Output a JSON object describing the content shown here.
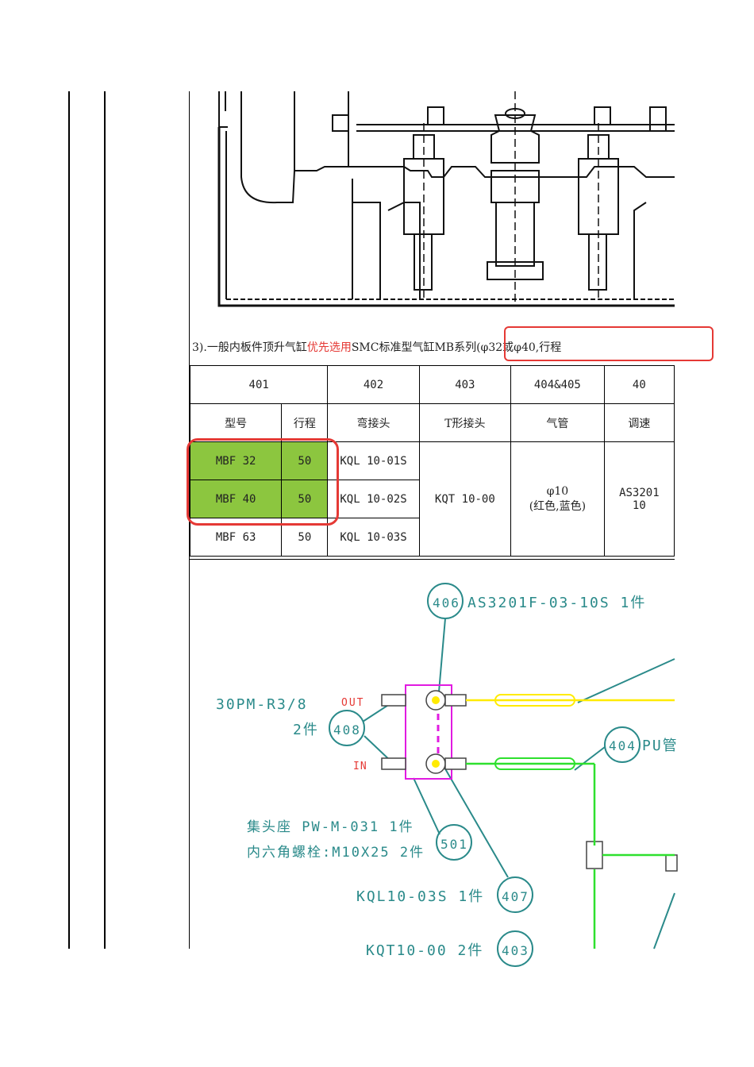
{
  "caption": {
    "prefix": "3).一般内板件顶升气缸",
    "highlight": "优先选用",
    "suffix": "SMC标准型气缸MB系列(φ32或φ40,行程"
  },
  "table": {
    "header_numbers": [
      "401",
      "402",
      "403",
      "404&405",
      "40"
    ],
    "header_names": [
      "型号",
      "行程",
      "弯接头",
      "T形接头",
      "气管",
      "调速"
    ],
    "rows": [
      {
        "model": "MBF 32",
        "stroke": "50",
        "elbow": "KQL 10-01S"
      },
      {
        "model": "MBF 40",
        "stroke": "50",
        "elbow": "KQL 10-02S"
      },
      {
        "model": "MBF 63",
        "stroke": "50",
        "elbow": "KQL 10-03S"
      }
    ],
    "tee": "KQT 10-00",
    "hose_line1": "φ10",
    "hose_line2": "(红色,蓝色)",
    "speed_line1": "AS3201",
    "speed_line2": "10",
    "highlight_color": "#8cc63f",
    "mark_color": "#e53935"
  },
  "schematic": {
    "label_406": "AS3201F-03-10S 1件",
    "balloon_406": "406",
    "label_30pm": "30PM-R3/8",
    "label_2pcs": "2件",
    "balloon_408": "408",
    "out_label": "OUT",
    "in_label": "IN",
    "balloon_404": "404",
    "label_404": "PU管",
    "label_manifold": "集头座 PW-M-031   1件",
    "label_bolt": "内六角螺栓:M10X25  2件",
    "balloon_501": "501",
    "label_407": "KQL10-03S 1件",
    "balloon_407": "407",
    "label_bottom": "KQT10-00 2件",
    "balloon_bottom": "403"
  }
}
